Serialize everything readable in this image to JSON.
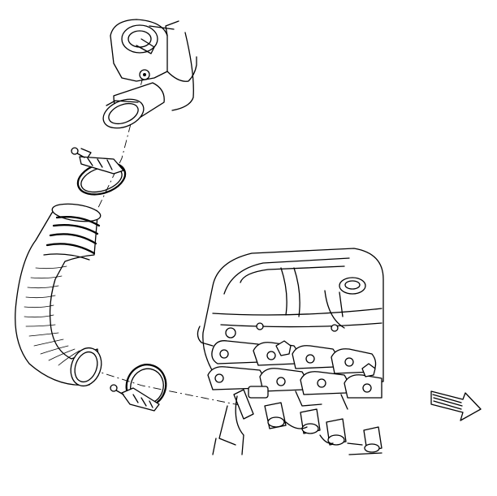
{
  "diagram": {
    "type": "exploded-assembly-line-drawing",
    "parts": [
      {
        "id": "throttle-body-outlet",
        "icon": "air-inlet-neck"
      },
      {
        "id": "upper-hose-clamp",
        "icon": "screw-clamp"
      },
      {
        "id": "air-intake-duct",
        "icon": "corrugated-duct"
      },
      {
        "id": "lower-hose-clamp",
        "icon": "screw-clamp"
      },
      {
        "id": "engine-assembly",
        "icon": "engine-block"
      },
      {
        "id": "front-direction-arrow",
        "icon": "arrow-right-icon"
      }
    ],
    "colors": {
      "ink": "#000000",
      "paper": "#ffffff"
    }
  }
}
